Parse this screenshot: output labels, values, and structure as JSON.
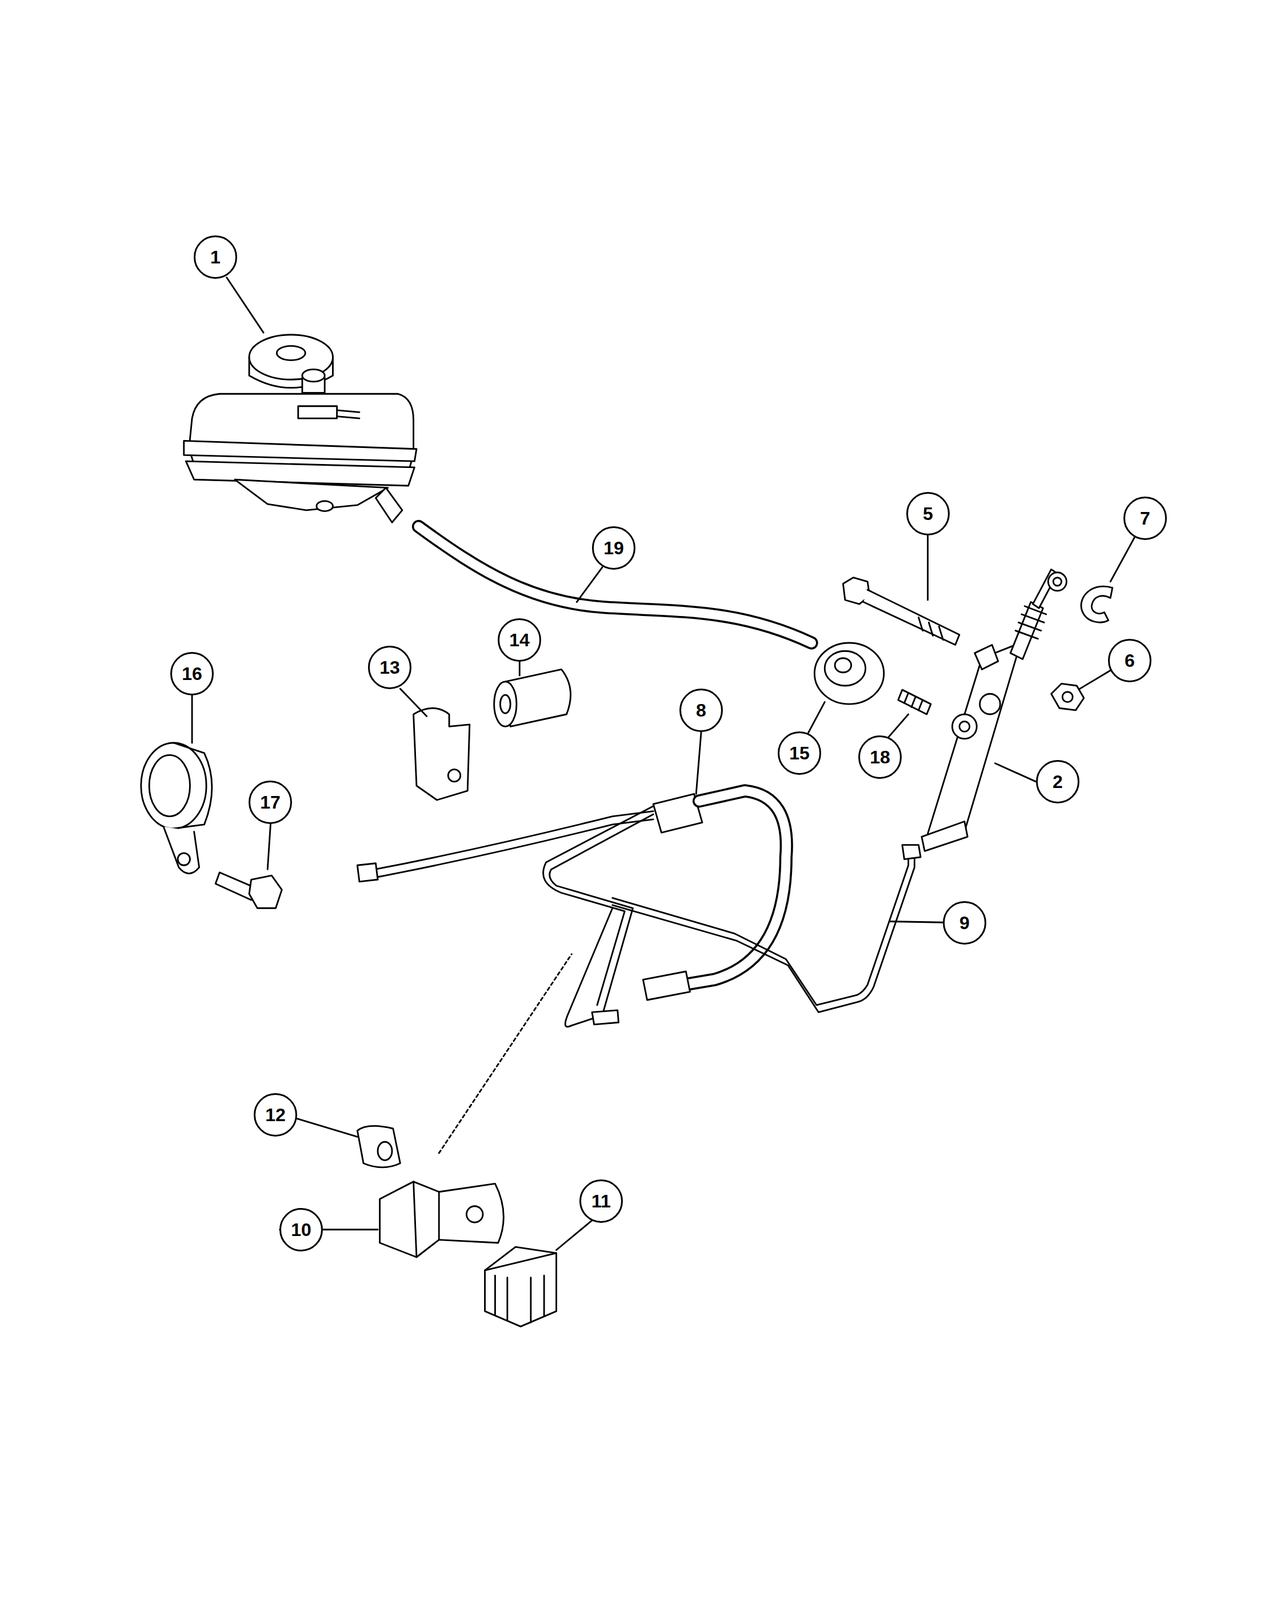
{
  "diagram": {
    "nodes": [
      {
        "text": [
          "1"
        ]
      },
      {
        "text": [
          "5"
        ]
      },
      {
        "text": [
          "7"
        ]
      },
      {
        "text": [
          "19"
        ]
      },
      {
        "text": [
          "14"
        ]
      },
      {
        "text": [
          "13"
        ]
      },
      {
        "text": [
          "16"
        ]
      },
      {
        "text": [
          "6"
        ]
      },
      {
        "text": [
          "8"
        ]
      },
      {
        "text": [
          "15"
        ]
      },
      {
        "text": [
          "18"
        ]
      },
      {
        "text": [
          "2"
        ]
      },
      {
        "text": [
          "17"
        ]
      },
      {
        "text": [
          "9"
        ]
      },
      {
        "text": [
          "12"
        ]
      },
      {
        "text": [
          "10"
        ]
      },
      {
        "text": [
          "11"
        ]
      }
    ]
  }
}
